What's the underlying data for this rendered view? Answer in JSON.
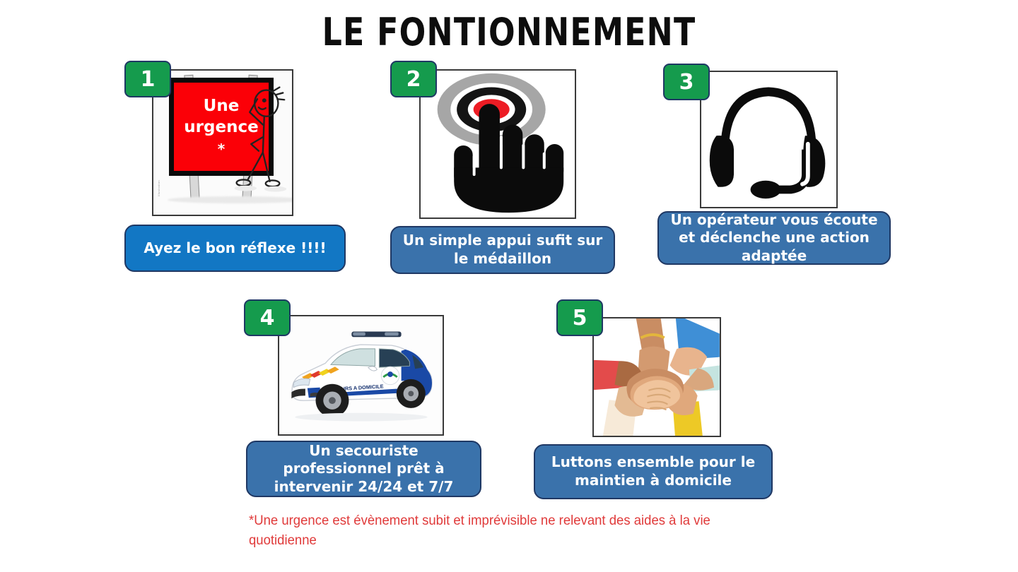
{
  "slide": {
    "title": "LE FONTIONNEMENT",
    "background_color": "#ffffff"
  },
  "colors": {
    "badge_green": "#159b4d",
    "badge_border": "#1f3864",
    "caption_blue_bright": "#1277c4",
    "caption_blue_steel": "#3a72ab",
    "billboard_red": "#fb0007",
    "footnote_red": "#e03a3a",
    "frame_border": "#3a3a3a"
  },
  "steps": [
    {
      "number": "1",
      "caption": "Ayez le bon réflexe !!!!",
      "caption_style": "bright",
      "image_name": "stick-figure-emergency-billboard-illustration",
      "billboard": {
        "line1": "Une",
        "line2": "urgence",
        "asterisk": "*",
        "side_credit": "Illustration"
      }
    },
    {
      "number": "2",
      "caption": "Un simple appui sufit sur le médaillon",
      "caption_style": "steel",
      "image_name": "hand-pressing-medallion-button-icon"
    },
    {
      "number": "3",
      "caption": "Un opérateur vous écoute et déclenche une action adaptée",
      "caption_style": "steel",
      "image_name": "headset-with-microphone-icon"
    },
    {
      "number": "4",
      "caption": "Un secouriste professionnel prêt à intervenir 24/24 et 7/7",
      "caption_style": "steel",
      "image_name": "emergency-response-car-photo",
      "car_livery": "SECOURS A DOMICILE"
    },
    {
      "number": "5",
      "caption": "Luttons ensemble pour le maintien à domicile",
      "caption_style": "steel",
      "image_name": "stacked-hands-teamwork-illustration"
    }
  ],
  "footnote": {
    "text": "*Une urgence est évènement subit et imprévisible ne relevant des aides à la vie quotidienne"
  }
}
